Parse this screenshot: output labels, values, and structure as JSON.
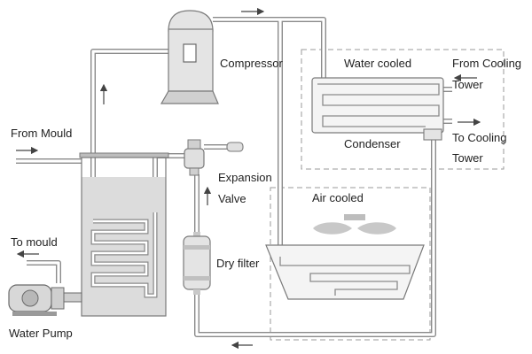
{
  "labels": {
    "compressor": "Compressor",
    "water_cooled": "Water cooled",
    "from_cooling_1": "From Cooling",
    "from_cooling_2": "Tower",
    "condenser": "Condenser",
    "to_cooling_1": "To Cooling",
    "to_cooling_2": "Tower",
    "from_mould": "From Mould",
    "expansion_1": "Expansion",
    "expansion_2": "Valve",
    "air_cooled": "Air cooled",
    "to_mould": "To mould",
    "dry_filter": "Dry filter",
    "water_pump": "Water Pump"
  },
  "colors": {
    "line": "#8a8a8a",
    "fill": "#e4e4e4",
    "water": "#dcdcdc",
    "dash": "#9a9a9a",
    "text": "#222222"
  }
}
